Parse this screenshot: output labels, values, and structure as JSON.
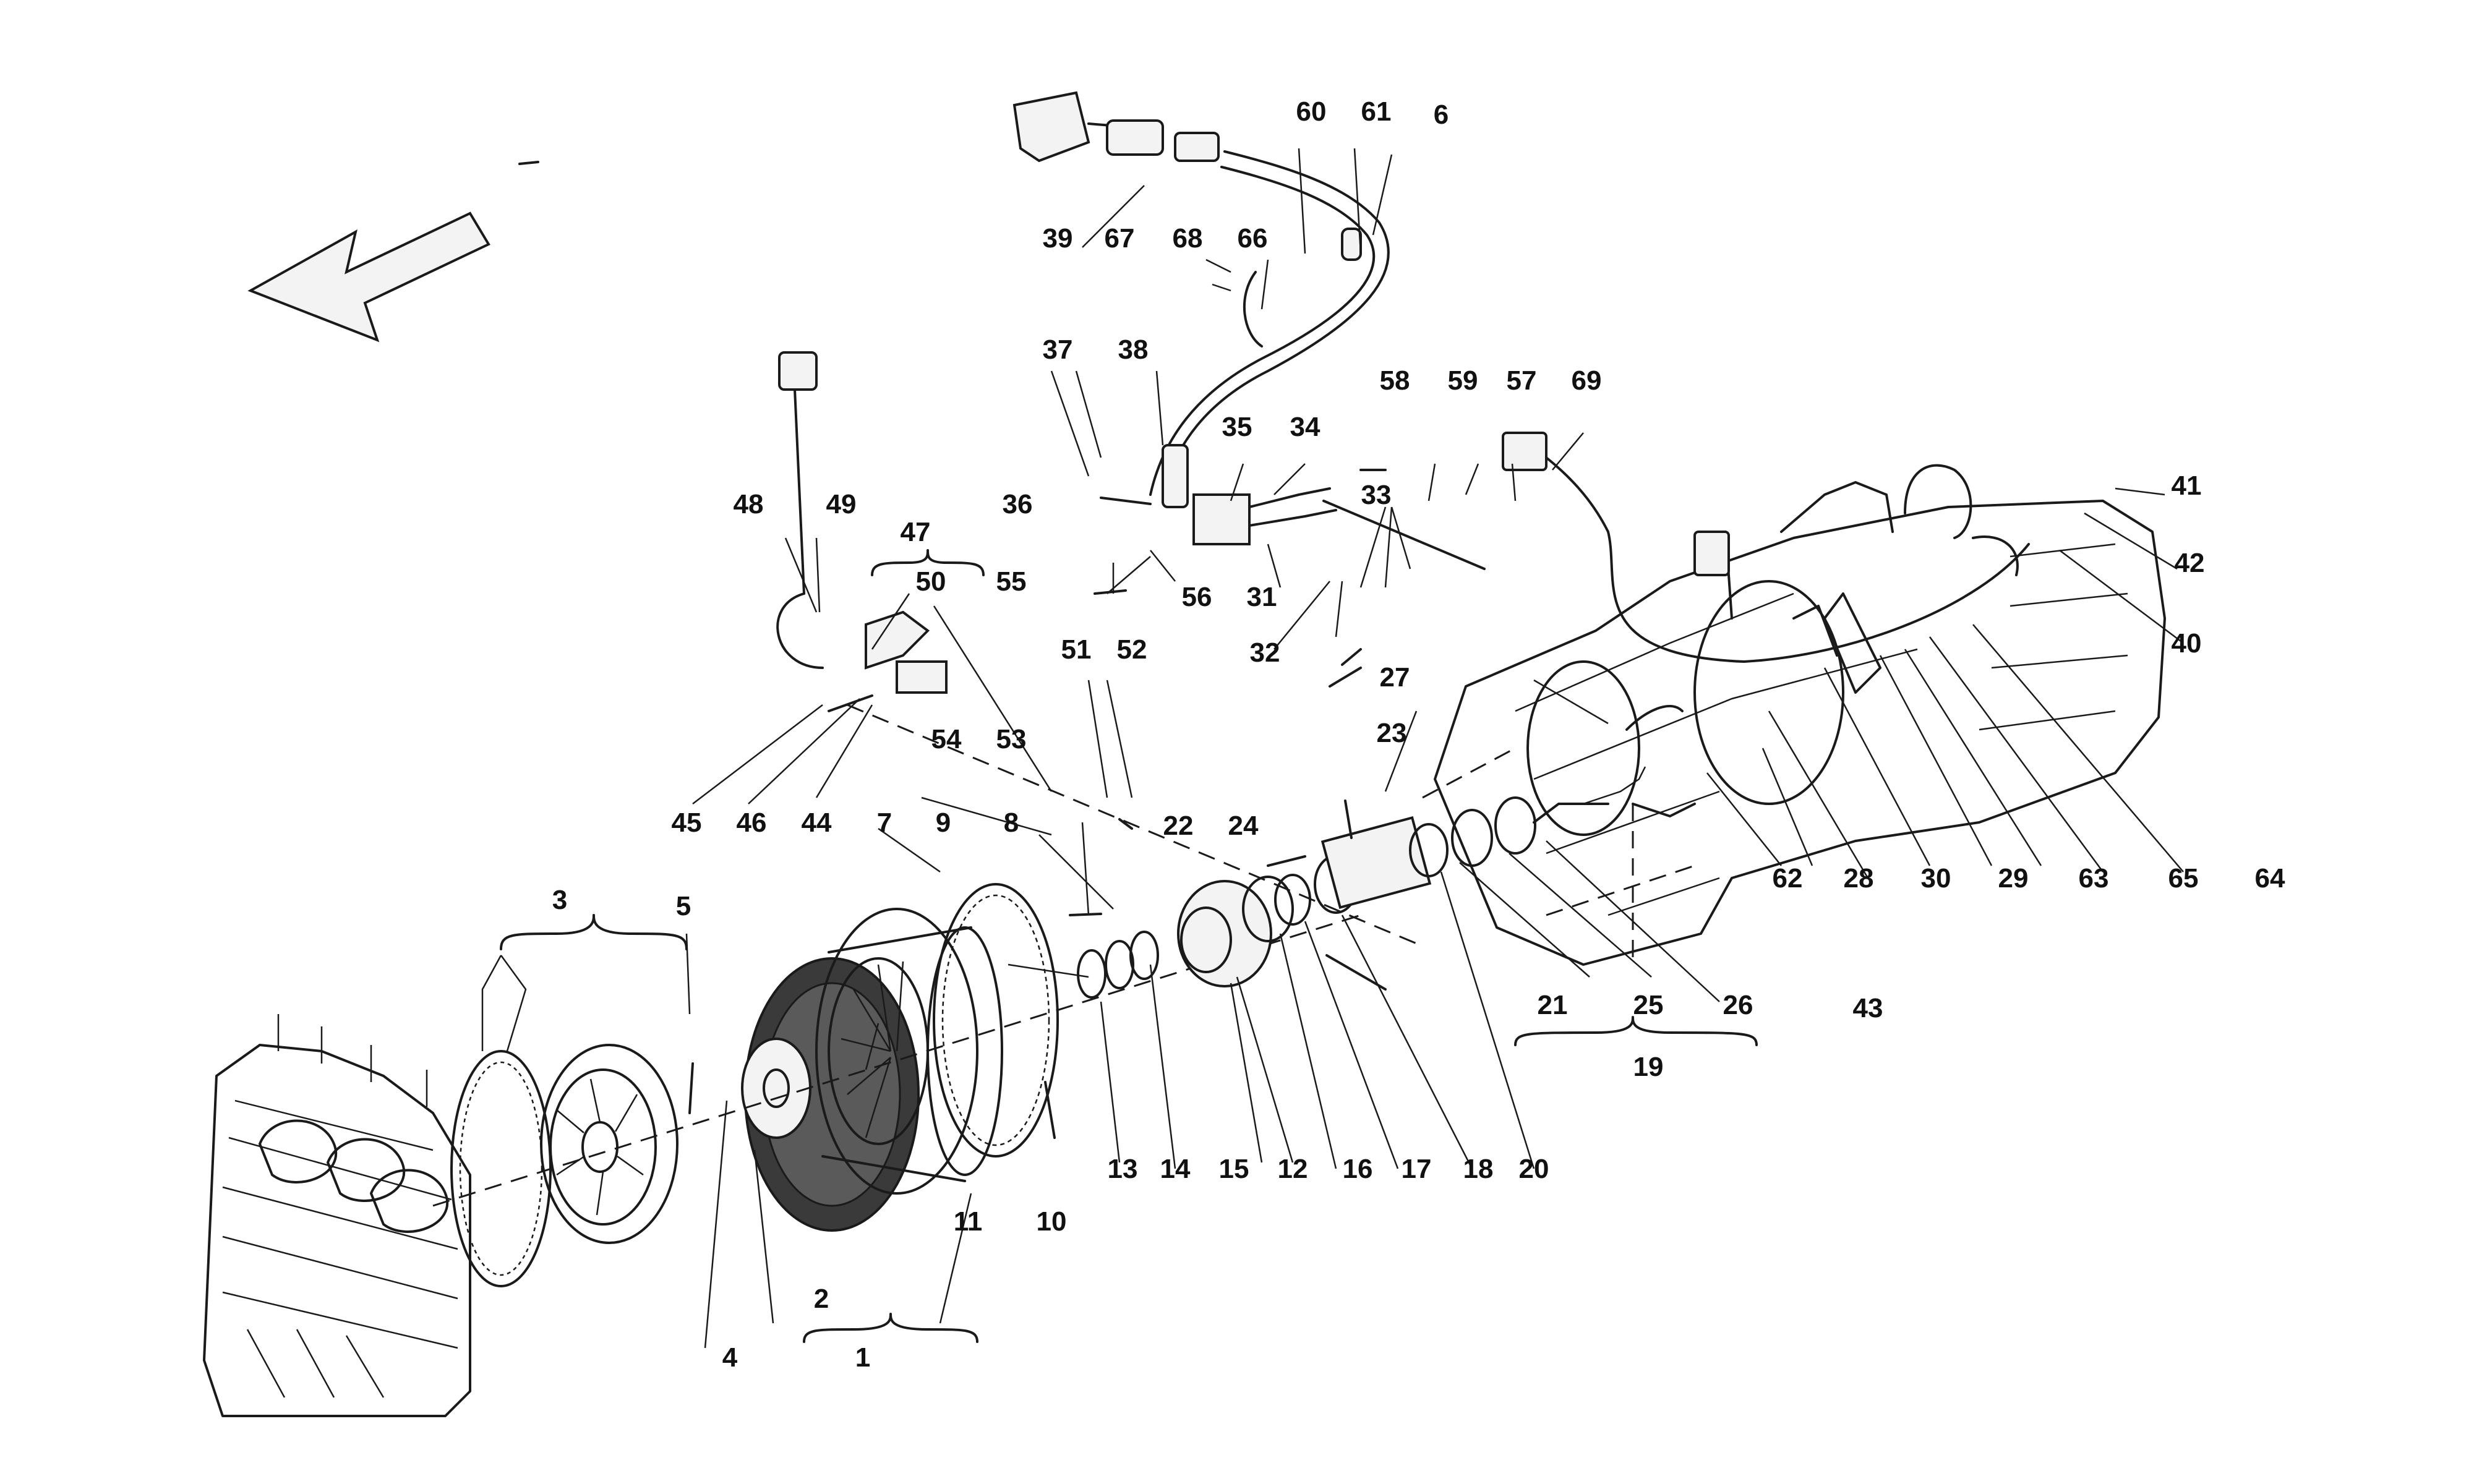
{
  "diagram": {
    "part_numbers": [
      "1",
      "2",
      "3",
      "4",
      "5",
      "6",
      "7",
      "8",
      "9",
      "10",
      "11",
      "12",
      "13",
      "14",
      "15",
      "16",
      "17",
      "18",
      "19",
      "20",
      "21",
      "22",
      "23",
      "24",
      "25",
      "26",
      "27",
      "28",
      "29",
      "30",
      "31",
      "32",
      "33",
      "34",
      "35",
      "36",
      "37",
      "38",
      "39",
      "40",
      "41",
      "42",
      "43",
      "44",
      "45",
      "46",
      "47",
      "48",
      "49",
      "50",
      "51",
      "52",
      "53",
      "54",
      "55",
      "56",
      "57",
      "58",
      "59",
      "60",
      "61",
      "62",
      "63",
      "64",
      "65",
      "66",
      "67",
      "68",
      "69"
    ],
    "colors": {
      "ink": "#1a1a1a",
      "paper": "#ffffff"
    },
    "icons": [
      "orientation-arrow-icon"
    ]
  }
}
